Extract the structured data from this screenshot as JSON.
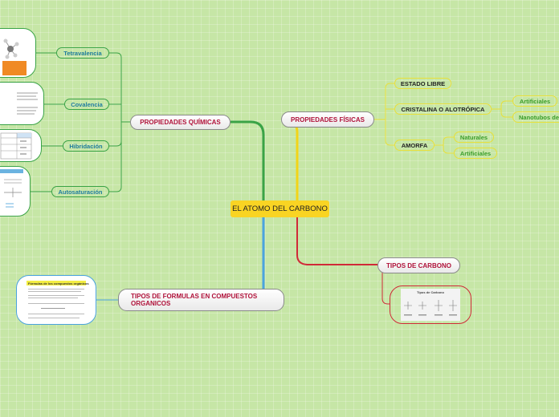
{
  "root": {
    "label": "EL ATOMO DEL CARBONO"
  },
  "branches": {
    "quimicas": {
      "label": "PROPIEDADES QUÍMICAS",
      "children": [
        "Tetravalencia",
        "Covalencia",
        "Hibridación",
        "Autosaturación"
      ]
    },
    "fisicas": {
      "label": "PROPIEDADES FÍSICAS",
      "children": [
        "ESTADO LIBRE",
        "CRISTALINA O ALOTRÓPICA",
        "AMORFA"
      ],
      "cristalina_children": [
        "Artificiales",
        "Nanotubos de"
      ],
      "amorfa_children": [
        "Naturales",
        "Artificiales"
      ]
    },
    "tipos_carbono": {
      "label": "TIPOS DE CARBONO",
      "image_title": "Tipos de Carbono"
    },
    "formulas": {
      "label": "TIPOS DE FORMULAS EN COMPUESTOS ORGANICOS",
      "image_title": "Fórmulas de los compuestos orgánicos"
    }
  },
  "colors": {
    "background": "#c6e6a6",
    "root": "#f9d423",
    "branch_text": "#b0123a",
    "line_quimicas": "#3aa346",
    "line_fisicas": "#f2d418",
    "line_tipos": "#d02a38",
    "line_formulas": "#4aa3df"
  }
}
